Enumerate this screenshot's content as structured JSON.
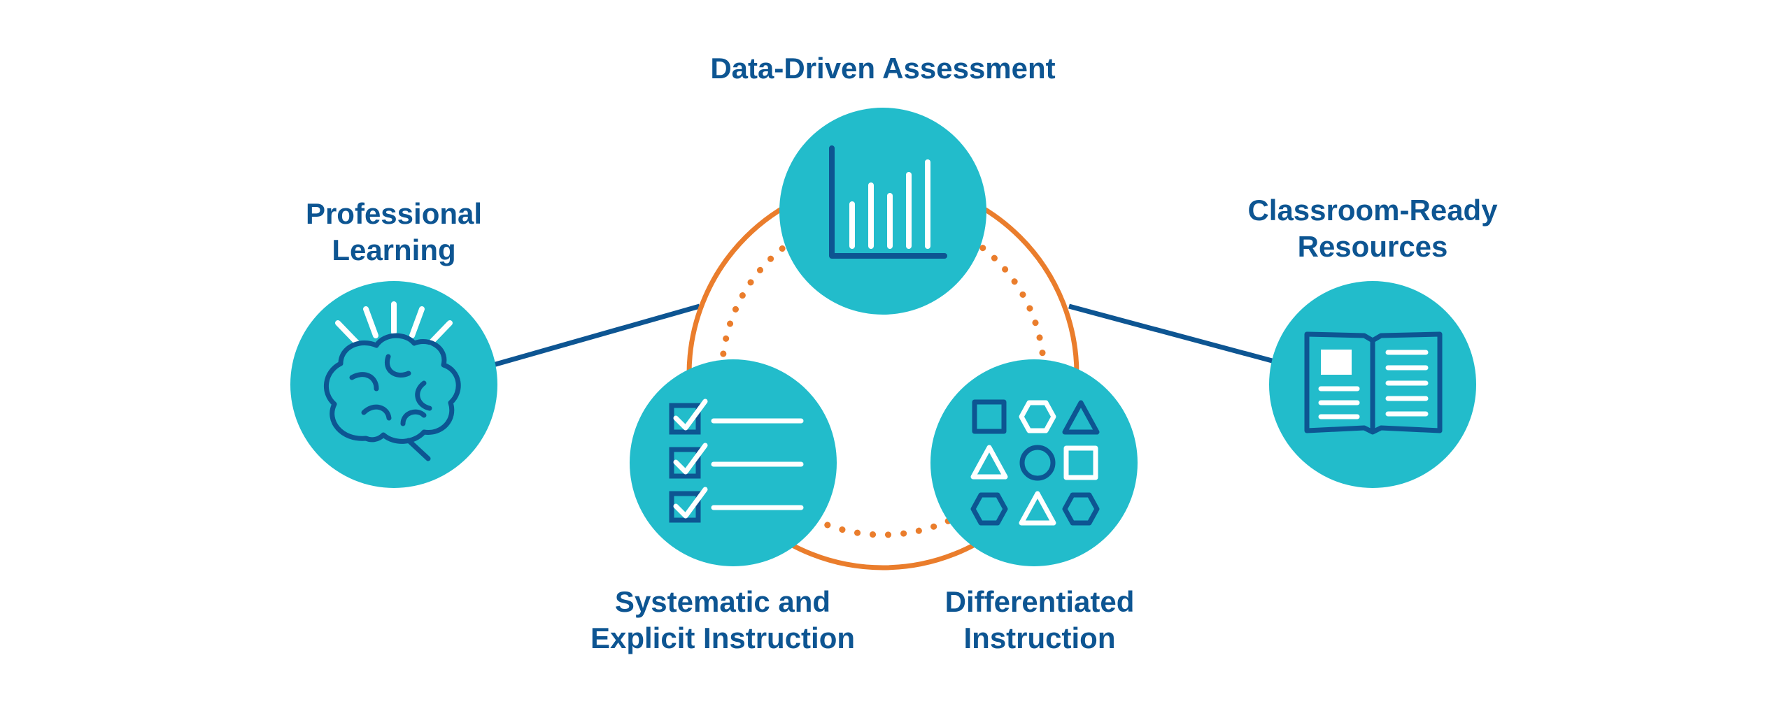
{
  "colors": {
    "teal": "#22bccb",
    "navy": "#0d5592",
    "orange": "#ea7d2c",
    "white": "#ffffff"
  },
  "nodes": {
    "data_driven": {
      "label_lines": [
        "Data-Driven Assessment"
      ],
      "icon": "bar-chart-icon"
    },
    "professional": {
      "label_lines": [
        "Professional",
        "Learning"
      ],
      "icon": "brain-icon"
    },
    "classroom": {
      "label_lines": [
        "Classroom-Ready",
        "Resources"
      ],
      "icon": "open-book-icon"
    },
    "systematic": {
      "label_lines": [
        "Systematic and",
        "Explicit Instruction"
      ],
      "icon": "checklist-icon"
    },
    "differentiated": {
      "label_lines": [
        "Differentiated",
        "Instruction"
      ],
      "icon": "shapes-icon"
    }
  }
}
